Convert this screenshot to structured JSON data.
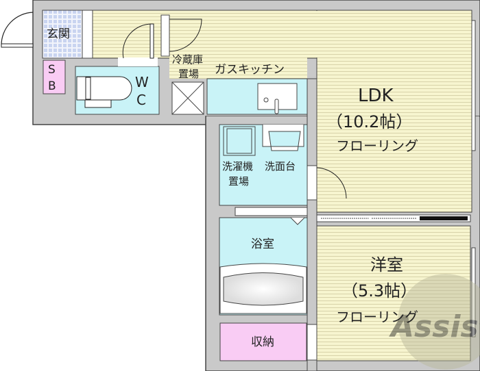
{
  "rooms": {
    "entrance": "玄関",
    "shoe_box": [
      "S",
      "B"
    ],
    "toilet": [
      "W",
      "C"
    ],
    "fridge_space": [
      "冷蔵庫",
      "置場"
    ],
    "kitchen": "ガスキッチン",
    "ldk": {
      "name": "LDK",
      "size": "（10.2帖）",
      "floor": "フローリング"
    },
    "washer_space": [
      "洗濯機",
      "置場"
    ],
    "washbasin": "洗面台",
    "bathroom": "浴室",
    "western_room": {
      "name": "洋室",
      "size": "（5.3帖）",
      "floor": "フローリング"
    },
    "storage": "収納"
  },
  "watermark": "Assist",
  "colors": {
    "wall": "#c9c9c9",
    "flooring": "#f7f5cf",
    "wet_area": "#c9f3f7",
    "storage": "#f9ccf4",
    "entrance": "#dfe6f7"
  }
}
